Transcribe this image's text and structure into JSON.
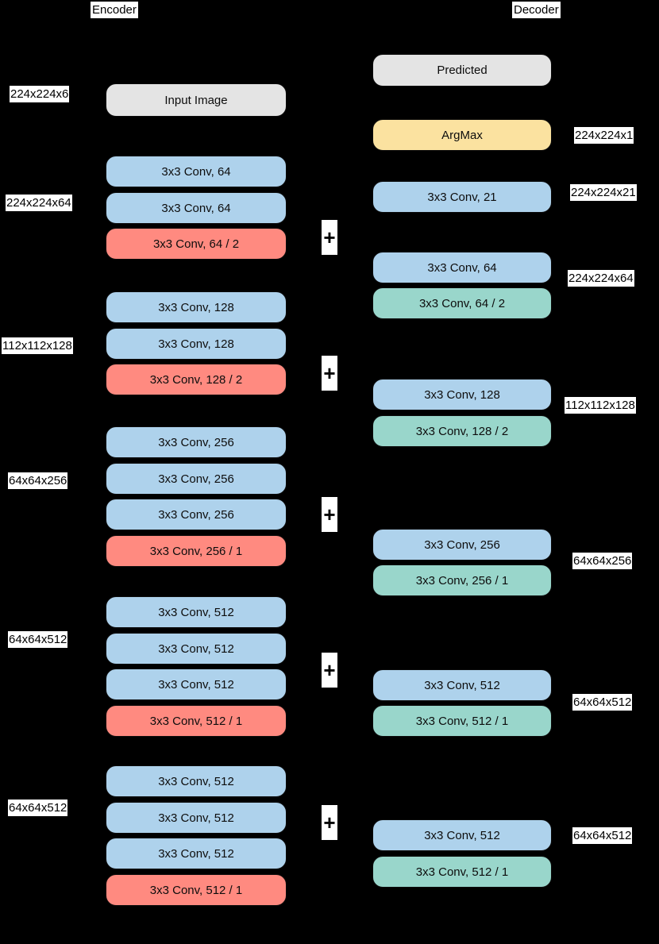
{
  "diagram": {
    "background_color": "#000000",
    "columns": [
      {
        "name": "encoder",
        "title": "Encoder"
      },
      {
        "name": "decoder",
        "title": "Decoder"
      }
    ],
    "palette": {
      "gray": "#e4e4e4",
      "blue": "#aed2ec",
      "red": "#ff8a80",
      "green": "#99d6cb",
      "yellow": "#fbe2a0",
      "label_bg": "#ffffff",
      "text": "#000000"
    },
    "encoder": {
      "blocks": [
        {
          "label": "Input Image",
          "color": "gray"
        },
        {
          "label": "3x3 Conv, 64",
          "color": "blue"
        },
        {
          "label": "3x3 Conv, 64",
          "color": "blue"
        },
        {
          "label": "3x3 Conv, 64 / 2",
          "color": "red"
        },
        {
          "label": "3x3 Conv, 128",
          "color": "blue"
        },
        {
          "label": "3x3 Conv, 128",
          "color": "blue"
        },
        {
          "label": "3x3 Conv, 128 / 2",
          "color": "red"
        },
        {
          "label": "3x3 Conv, 256",
          "color": "blue"
        },
        {
          "label": "3x3 Conv, 256",
          "color": "blue"
        },
        {
          "label": "3x3 Conv, 256",
          "color": "blue"
        },
        {
          "label": "3x3 Conv, 256 / 1",
          "color": "red"
        },
        {
          "label": "3x3 Conv, 512",
          "color": "blue"
        },
        {
          "label": "3x3 Conv, 512",
          "color": "blue"
        },
        {
          "label": "3x3 Conv, 512",
          "color": "blue"
        },
        {
          "label": "3x3 Conv, 512 / 1",
          "color": "red"
        },
        {
          "label": "3x3 Conv, 512",
          "color": "blue"
        },
        {
          "label": "3x3 Conv, 512",
          "color": "blue"
        },
        {
          "label": "3x3 Conv, 512",
          "color": "blue"
        },
        {
          "label": "3x3 Conv, 512 / 1",
          "color": "red"
        }
      ],
      "shape_labels": [
        "224x224x6",
        "224x224x64",
        "112x112x128",
        "64x64x256",
        "64x64x512",
        "64x64x512"
      ],
      "plus_markers": [
        "+",
        "+",
        "+",
        "+",
        "+"
      ]
    },
    "decoder": {
      "blocks": [
        {
          "label": "Predicted",
          "color": "gray"
        },
        {
          "label": "ArgMax",
          "color": "yellow"
        },
        {
          "label": "3x3 Conv, 21",
          "color": "blue"
        },
        {
          "label": "3x3 Conv, 64",
          "color": "blue"
        },
        {
          "label": "3x3 Conv, 64 / 2",
          "color": "green"
        },
        {
          "label": "3x3 Conv, 128",
          "color": "blue"
        },
        {
          "label": "3x3 Conv, 128 / 2",
          "color": "green"
        },
        {
          "label": "3x3 Conv, 256",
          "color": "blue"
        },
        {
          "label": "3x3 Conv, 256 / 1",
          "color": "green"
        },
        {
          "label": "3x3 Conv, 512",
          "color": "blue"
        },
        {
          "label": "3x3 Conv, 512 / 1",
          "color": "green"
        },
        {
          "label": "3x3 Conv, 512",
          "color": "blue"
        },
        {
          "label": "3x3 Conv, 512 / 1",
          "color": "green"
        }
      ],
      "shape_labels": [
        "224x224x1",
        "224x224x21",
        "224x224x64",
        "112x112x128",
        "64x64x256",
        "64x64x512",
        "64x64x512"
      ]
    }
  }
}
